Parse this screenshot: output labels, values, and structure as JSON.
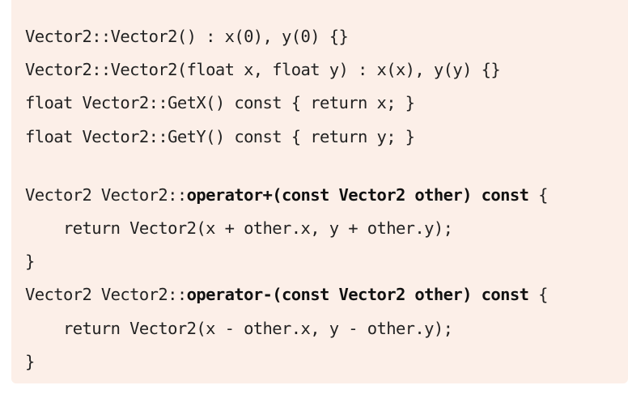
{
  "code": {
    "lines": [
      {
        "segments": [
          {
            "text": "Vector2::Vector2() : x(0), y(0) {}",
            "bold": false
          }
        ]
      },
      {
        "segments": [
          {
            "text": "Vector2::Vector2(float x, float y) : x(x), y(y) {}",
            "bold": false
          }
        ]
      },
      {
        "segments": [
          {
            "text": "float Vector2::GetX() const { return x; }",
            "bold": false
          }
        ]
      },
      {
        "segments": [
          {
            "text": "float Vector2::GetY() const { return y; }",
            "bold": false
          }
        ]
      },
      {
        "segments": []
      },
      {
        "segments": [
          {
            "text": "Vector2 Vector2::",
            "bold": false
          },
          {
            "text": "operator+(const Vector2 other) const",
            "bold": true
          },
          {
            "text": " {",
            "bold": false
          }
        ]
      },
      {
        "segments": [
          {
            "text": "    return Vector2(x + other.x, y + other.y);",
            "bold": false
          }
        ]
      },
      {
        "segments": [
          {
            "text": "}",
            "bold": false
          }
        ]
      },
      {
        "segments": [
          {
            "text": "Vector2 Vector2::",
            "bold": false
          },
          {
            "text": "operator-(const Vector2 other) const",
            "bold": true
          },
          {
            "text": " {",
            "bold": false
          }
        ]
      },
      {
        "segments": [
          {
            "text": "    return Vector2(x - other.x, y - other.y);",
            "bold": false
          }
        ]
      },
      {
        "segments": [
          {
            "text": "}",
            "bold": false
          }
        ]
      }
    ]
  }
}
